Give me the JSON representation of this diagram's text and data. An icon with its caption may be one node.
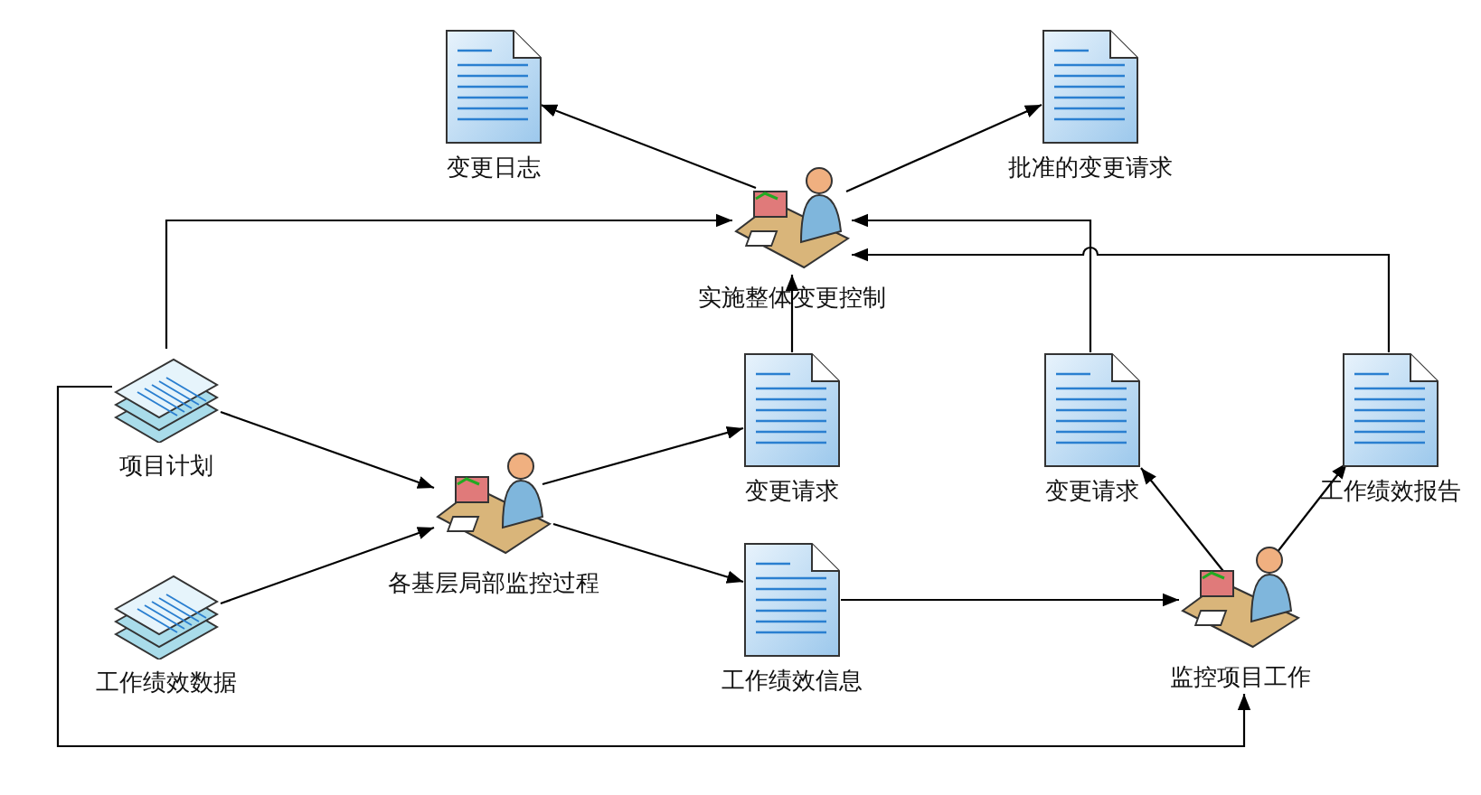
{
  "diagram": {
    "nodes": [
      {
        "text": [
          "变更日志"
        ]
      },
      {
        "text": [
          "批准的变更请求"
        ]
      },
      {
        "text": [
          "实施整体变更控制"
        ]
      },
      {
        "text": [
          "项目计划"
        ]
      },
      {
        "text": [
          "变更请求"
        ]
      },
      {
        "text": [
          "变更请求"
        ]
      },
      {
        "text": [
          "工作绩效报告"
        ]
      },
      {
        "text": [
          "各基层局部监控过程"
        ]
      },
      {
        "text": [
          "工作绩效数据"
        ]
      },
      {
        "text": [
          "工作绩效信息"
        ]
      },
      {
        "text": [
          "监控项目工作"
        ]
      }
    ],
    "edges": [
      {
        "from": 2,
        "to": 0,
        "arrow": "to"
      },
      {
        "from": 2,
        "to": 1,
        "arrow": "to"
      },
      {
        "from": 3,
        "to": 2,
        "arrow": "to"
      },
      {
        "from": 4,
        "to": 2,
        "arrow": "to"
      },
      {
        "from": 5,
        "to": 2,
        "arrow": "to"
      },
      {
        "from": 6,
        "to": 2,
        "arrow": "to"
      },
      {
        "from": 3,
        "to": 7,
        "arrow": "to"
      },
      {
        "from": 8,
        "to": 7,
        "arrow": "to"
      },
      {
        "from": 7,
        "to": 4,
        "arrow": "to"
      },
      {
        "from": 7,
        "to": 9,
        "arrow": "to"
      },
      {
        "from": 9,
        "to": 10,
        "arrow": "to"
      },
      {
        "from": 10,
        "to": 5,
        "arrow": "to"
      },
      {
        "from": 10,
        "to": 6,
        "arrow": "to"
      },
      {
        "from": 3,
        "to": 10,
        "arrow": "to"
      }
    ]
  }
}
